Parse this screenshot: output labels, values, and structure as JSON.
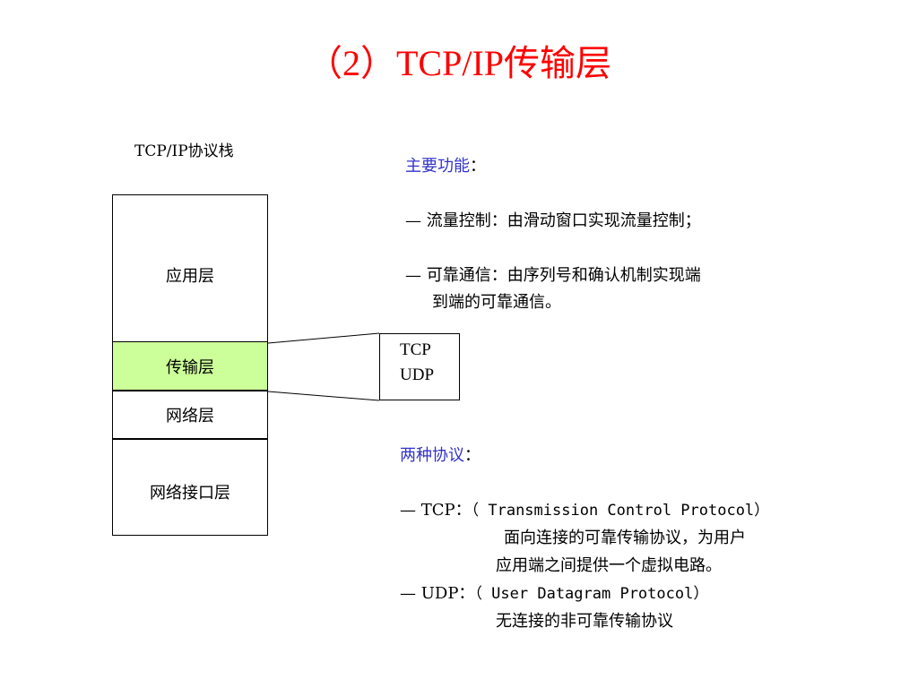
{
  "title": "（2）TCP/IP传输层",
  "stack": {
    "caption": "TCP/IP协议栈",
    "layers": {
      "application": "应用层",
      "transport": "传输层",
      "network": "网络层",
      "interface": "网络接口层"
    },
    "highlight_color": "#ccff99"
  },
  "protocol_box": {
    "line1": "TCP",
    "line2": "UDP"
  },
  "functions": {
    "heading": "主要功能",
    "heading_colon": "：",
    "item1": "— 流量控制：由滑动窗口实现流量控制；",
    "item2_line1": "— 可靠通信：由序列号和确认机制实现端",
    "item2_line2": "到端的可靠通信。"
  },
  "protocols": {
    "heading": "两种协议",
    "heading_colon": "：",
    "tcp_prefix": "— TCP：",
    "tcp_full": "（ Transmission Control Protocol）",
    "tcp_desc1": "面向连接的可靠传输协议，为用户",
    "tcp_desc2": "应用端之间提供一个虚拟电路。",
    "udp_prefix": "— UDP：",
    "udp_full": "（ User Datagram Protocol）",
    "udp_desc": "无连接的非可靠传输协议"
  },
  "colors": {
    "title": "#ff0000",
    "heading": "#3333cc"
  }
}
